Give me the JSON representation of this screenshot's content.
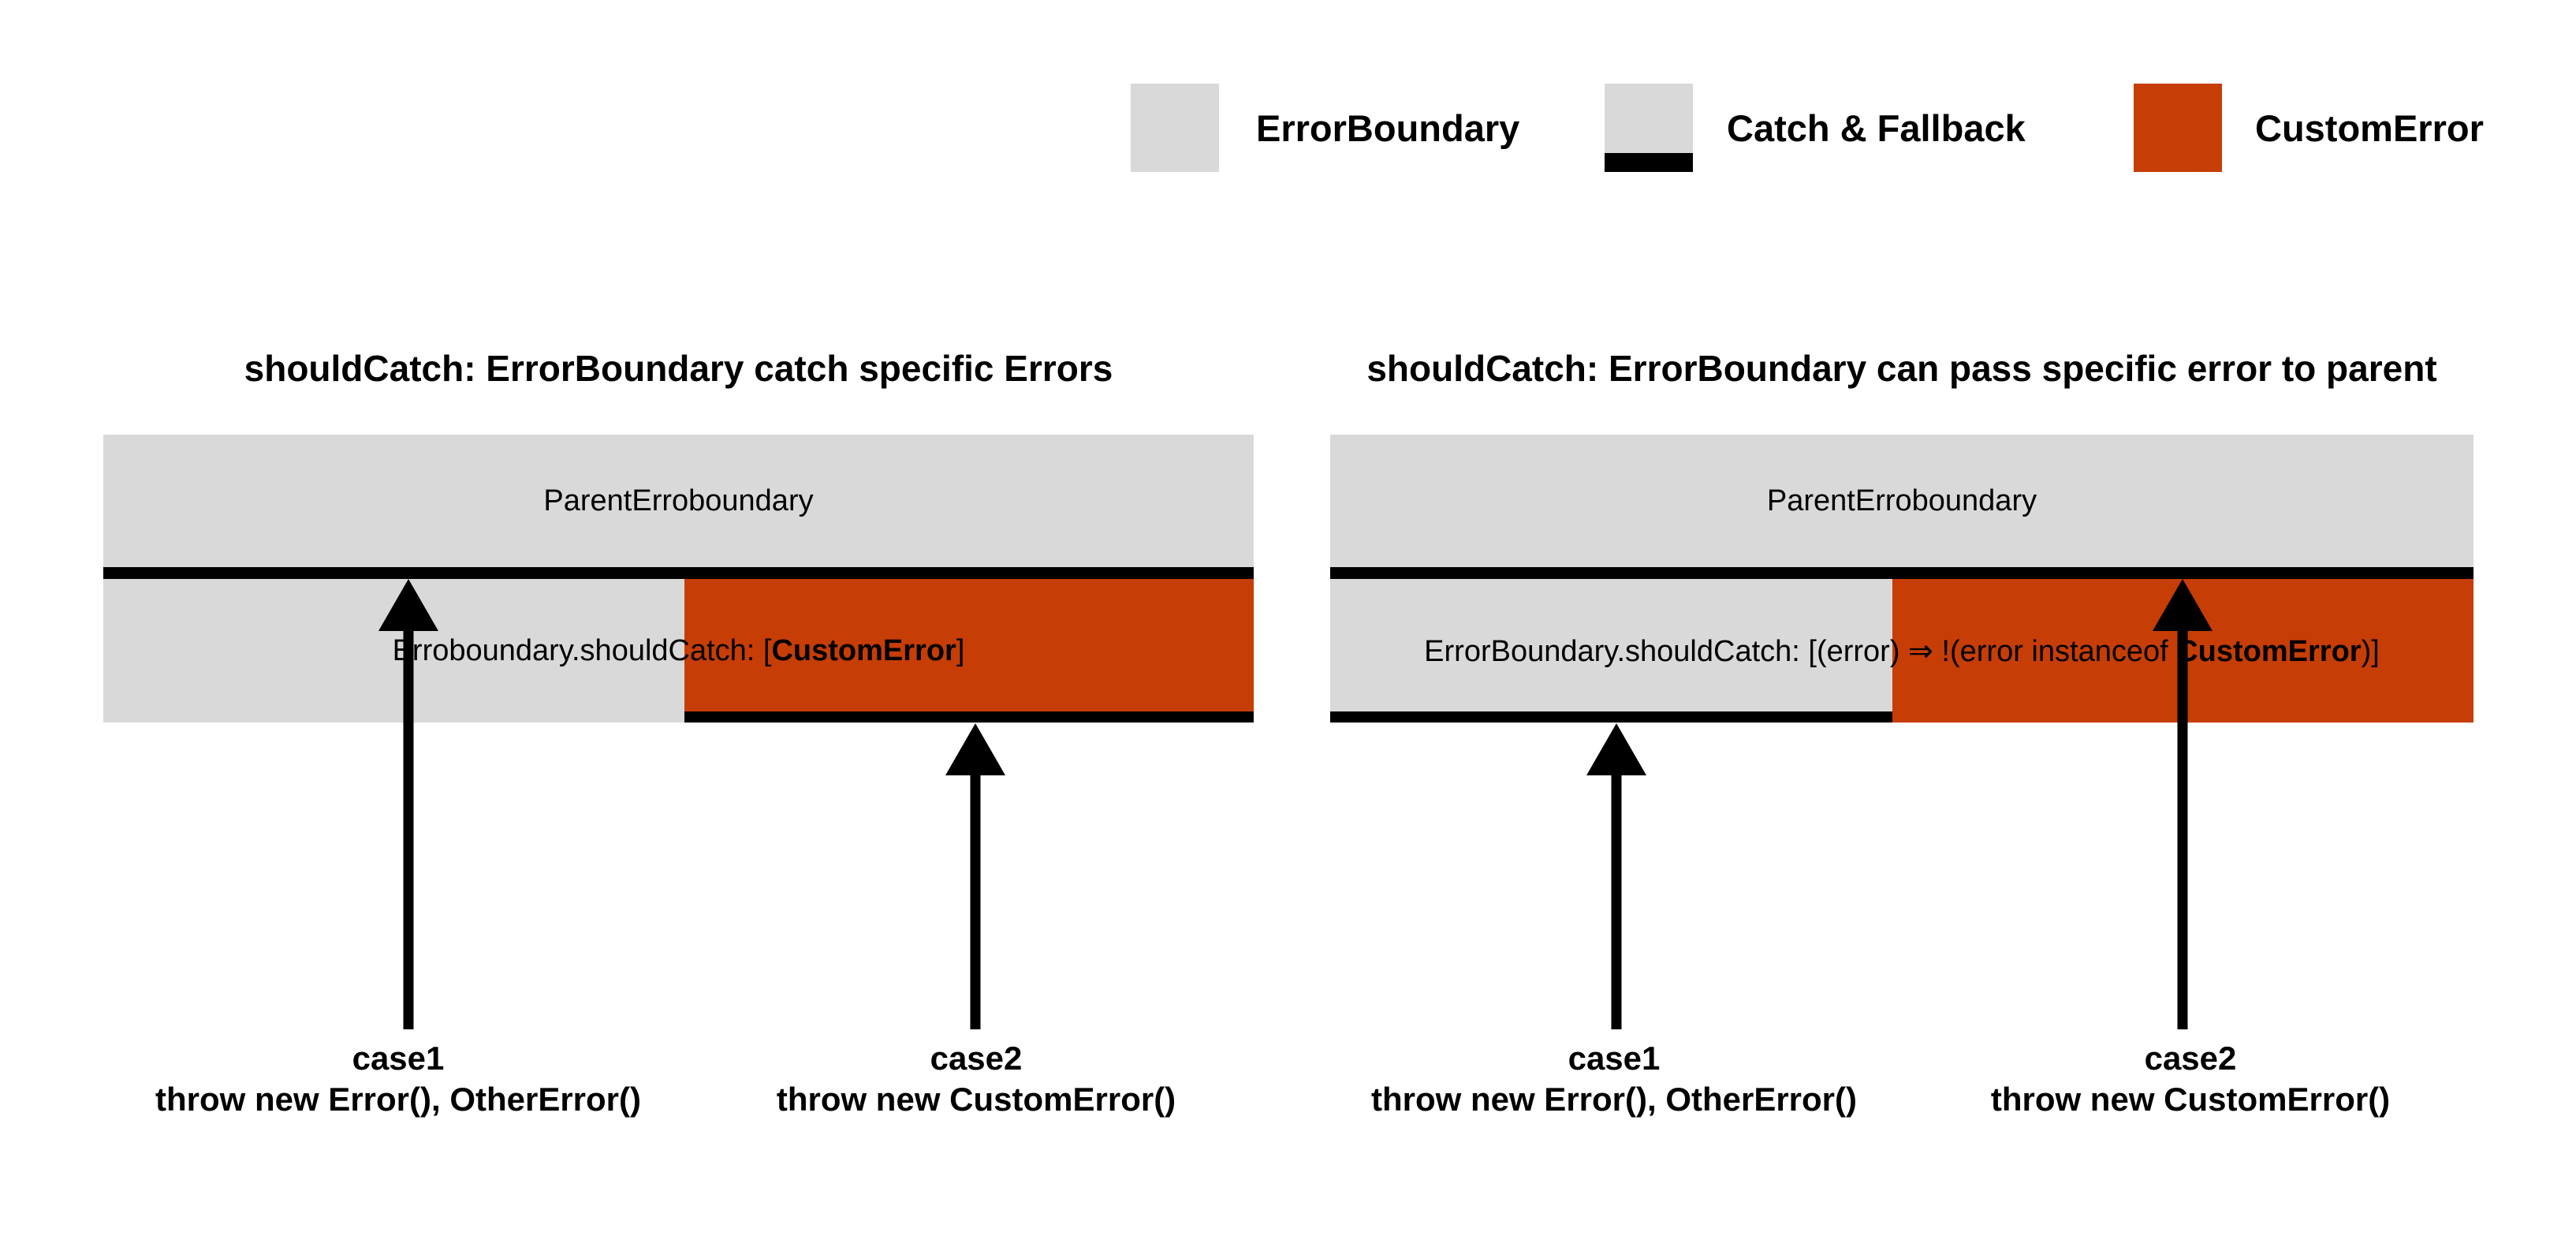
{
  "colors": {
    "error_boundary_gray": "#D9D9D9",
    "custom_error_orange": "#C63D05",
    "catch_fallback_black": "#000000",
    "background": "#FFFFFF"
  },
  "legend": {
    "items": [
      {
        "label": "ErrorBoundary",
        "swatch": "gray-square"
      },
      {
        "label": "Catch & Fallback",
        "swatch": "gray-square-black-underline"
      },
      {
        "label": "CustomError",
        "swatch": "orange-square"
      }
    ]
  },
  "diagrams": [
    {
      "title": "shouldCatch: ErrorBoundary catch specific Errors",
      "parent_label": "ParentErroboundary",
      "child_label": {
        "prefix": "Erroboundary.shouldCatch: [",
        "bold": "CustomError",
        "suffix": "]"
      },
      "cases": [
        {
          "name": "case1",
          "code": "throw new Error(), OtherError()",
          "caught_by": "parent"
        },
        {
          "name": "case2",
          "code": "throw new CustomError()",
          "caught_by": "child"
        }
      ]
    },
    {
      "title": "shouldCatch: ErrorBoundary can pass specific error to parent",
      "parent_label": "ParentErroboundary",
      "child_label": {
        "prefix": "ErrorBoundary.shouldCatch: [(error) ⇒ !(error instanceof ",
        "bold": "CustomError",
        "suffix": ")]"
      },
      "cases": [
        {
          "name": "case1",
          "code": "throw new Error(), OtherError()",
          "caught_by": "child"
        },
        {
          "name": "case2",
          "code": "throw new CustomError()",
          "caught_by": "parent"
        }
      ]
    }
  ]
}
